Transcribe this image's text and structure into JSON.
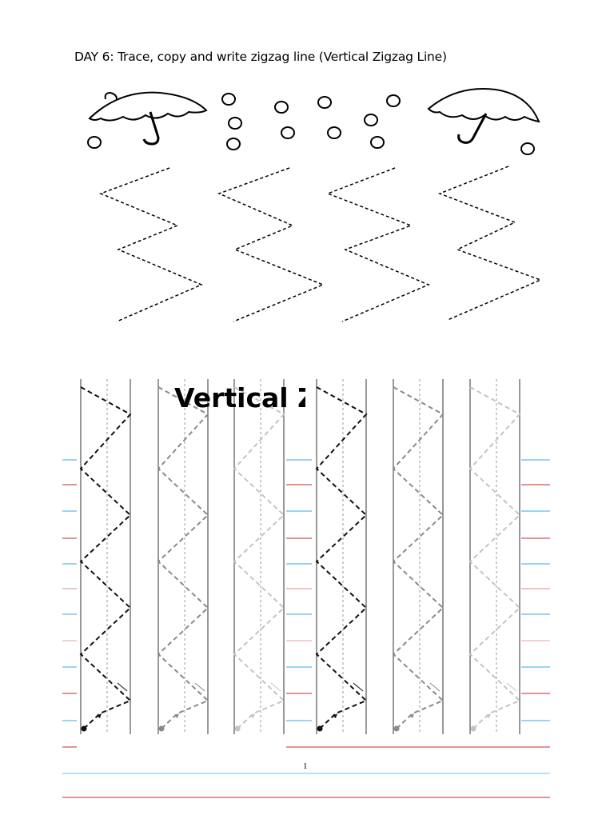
{
  "worksheet": {
    "heading": "DAY 6: Trace, copy and write zigzag line (Vertical Zigzag Line)",
    "practice_title": "Vertical Z",
    "page_number": "1"
  },
  "illustration": {
    "icons": [
      "umbrella-icon",
      "raindrop-icon"
    ]
  },
  "colors": {
    "ink": "#000000",
    "trace_dark": "#111111",
    "trace_medium": "#8a8a8a",
    "trace_light": "#c4c4c4",
    "guide_blue": "#3aa7dc",
    "guide_red": "#c62828"
  }
}
